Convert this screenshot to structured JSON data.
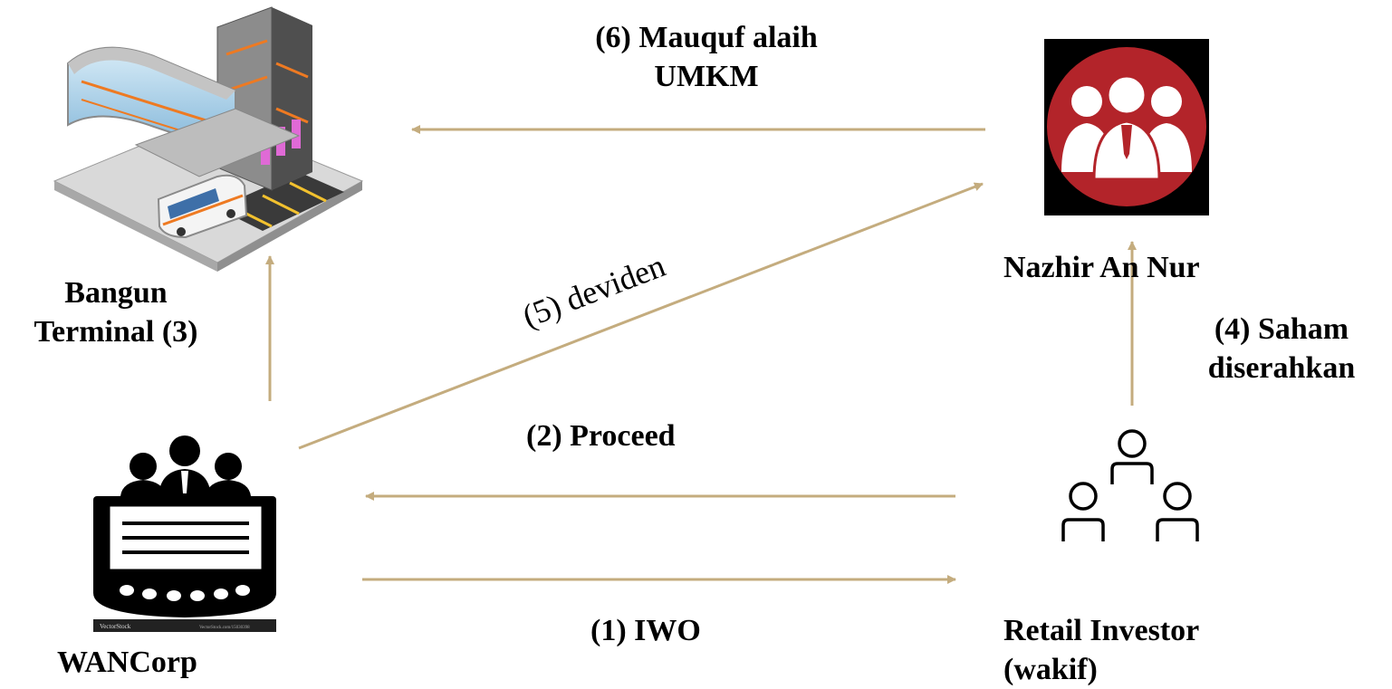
{
  "diagram": {
    "arrow_color": "#c4ac7e",
    "nazhir_circle_color": "#b3242a",
    "nodes": {
      "terminal": {
        "icon": "terminal-building-icon",
        "label_lines": [
          "Bangun",
          "Terminal (3)"
        ]
      },
      "wancorp": {
        "icon": "board-meeting-icon",
        "label": "WANCorp",
        "watermark_left": "VectorStock",
        "watermark_right": "VectorStock.com/15030398"
      },
      "nazhir": {
        "icon": "group-people-icon",
        "label": "Nazhir An Nur"
      },
      "investor": {
        "icon": "investor-network-icon",
        "label_lines": [
          "Retail Investor",
          "(wakif)"
        ]
      }
    },
    "edges": {
      "iwo": {
        "label": "(1) IWO"
      },
      "proceed": {
        "label": "(2) Proceed"
      },
      "saham": {
        "label_lines": [
          "(4) Saham",
          "diserahkan"
        ]
      },
      "deviden": {
        "label": "(5) deviden"
      },
      "mauquf": {
        "label_lines": [
          "(6) Mauquf alaih",
          "UMKM"
        ]
      }
    }
  }
}
